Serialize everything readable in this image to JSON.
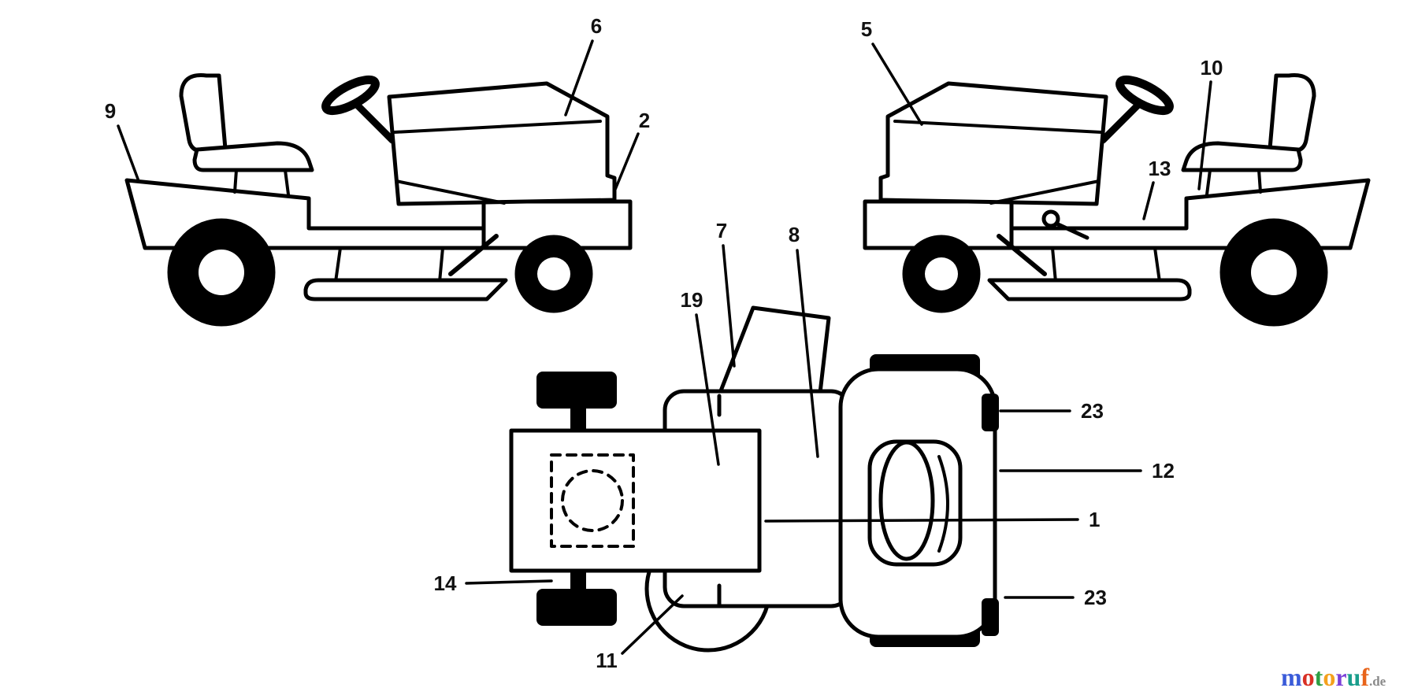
{
  "diagram": {
    "callouts": {
      "side_left": [
        {
          "label": "9"
        },
        {
          "label": "6"
        },
        {
          "label": "2"
        }
      ],
      "side_right": [
        {
          "label": "5"
        },
        {
          "label": "10"
        },
        {
          "label": "13"
        }
      ],
      "top_view": [
        {
          "label": "7"
        },
        {
          "label": "8"
        },
        {
          "label": "19"
        },
        {
          "label": "14"
        },
        {
          "label": "11"
        },
        {
          "label": "1"
        },
        {
          "label": "12"
        },
        {
          "label": "23"
        },
        {
          "label": "23"
        }
      ]
    }
  },
  "logo": {
    "letters": [
      {
        "char": "m",
        "style": "color:#3a5bd9"
      },
      {
        "char": "o",
        "style": "color:#d93025"
      },
      {
        "char": "t",
        "style": "color:#2e9e44"
      },
      {
        "char": "o",
        "style": "color:#f4a11d"
      },
      {
        "char": "r",
        "style": "color:#7b3fd8"
      },
      {
        "char": "u",
        "style": "color:#1a9e8c"
      },
      {
        "char": "f",
        "style": "color:#e8641a"
      }
    ],
    "suffix": {
      "text": ".de",
      "style": "color:#8a8a8a"
    }
  }
}
